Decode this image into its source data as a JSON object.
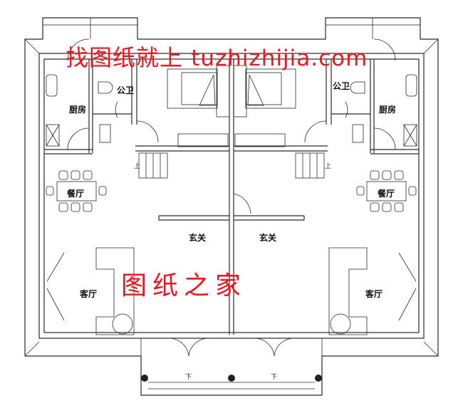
{
  "watermarks": {
    "top_prefix": "找图纸就上",
    "top_url": "tuzhizhijia.com",
    "center": "图纸之家",
    "color": "#f0141e"
  },
  "rooms": {
    "kitchen_left": "厨房",
    "kitchen_right": "厨房",
    "bathroom_left": "公卫",
    "bathroom_right": "公卫",
    "dining_left": "餐厅",
    "dining_right": "餐厅",
    "foyer_left": "玄关",
    "foyer_right": "玄关",
    "living_left": "客厅",
    "living_right": "客厅"
  },
  "annotations": {
    "stair_up_left": "上",
    "stair_up_right": "上",
    "step_down_left": "下",
    "step_down_right": "下"
  }
}
